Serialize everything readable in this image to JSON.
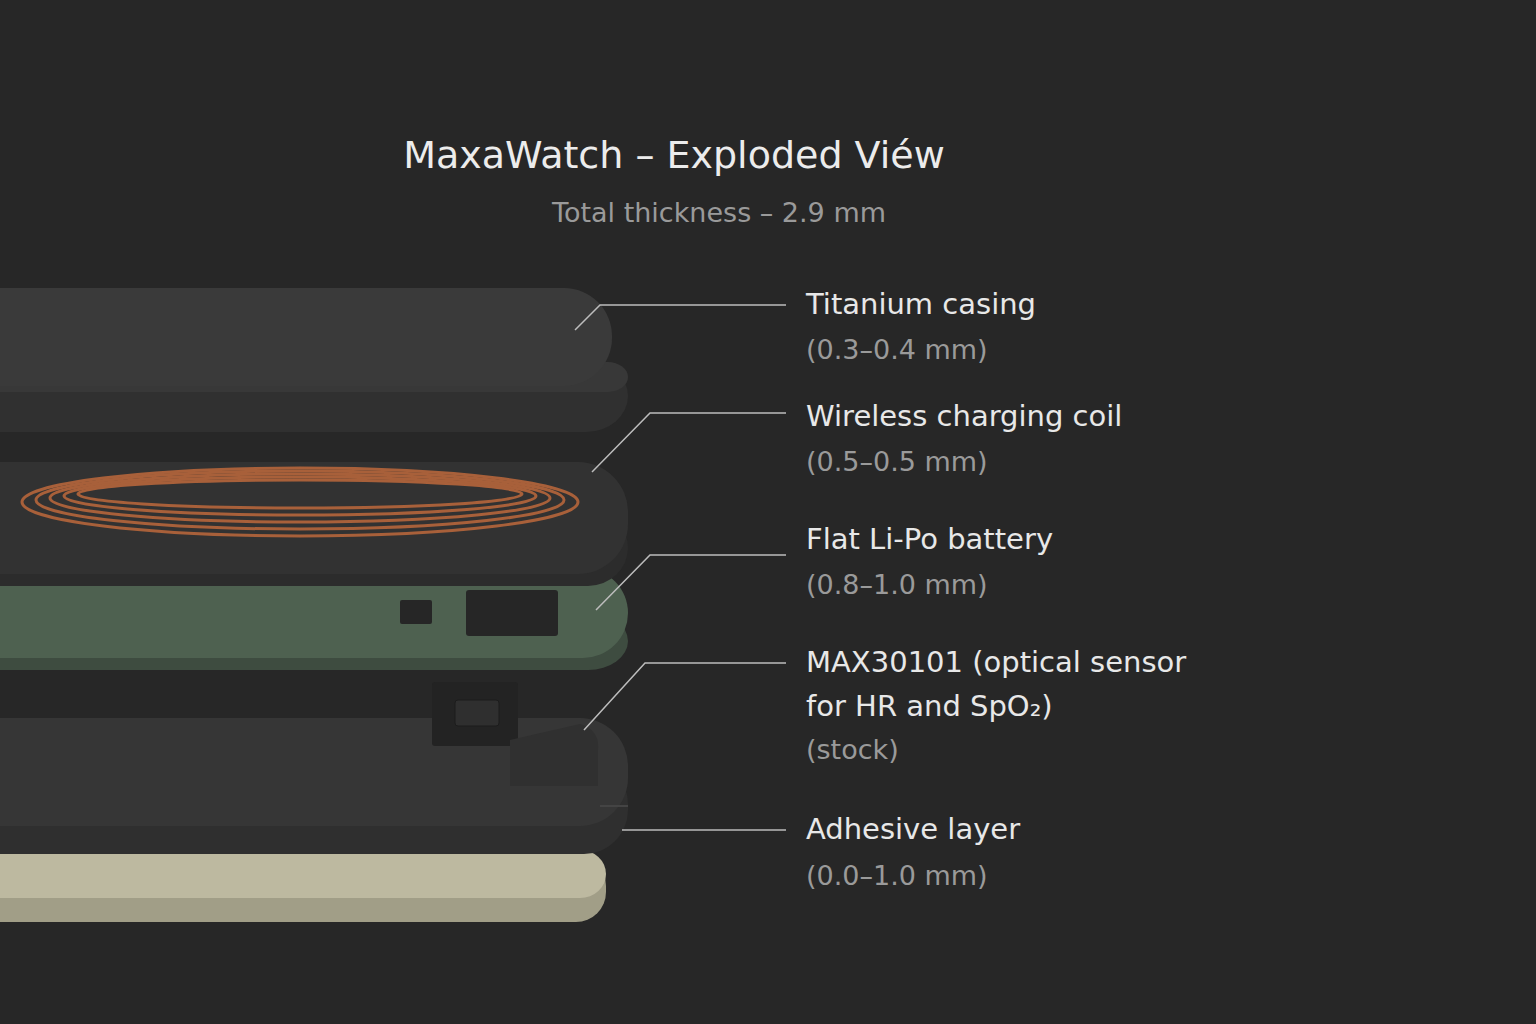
{
  "diagram": {
    "title": "MaxaWatch – Exploded Viéw",
    "labels": [
      "Total thickness – 2.9 mm",
      "Titanium casing",
      "(0.3–0.4 mm)",
      "Wireless charging coil",
      "(0.5–0.5 mm)",
      "Flat Li-Po battery",
      "(0.8–1.0 mm)",
      "MAX30101 (optical sensor for HR and SpO₂)",
      "(stock)",
      "Adhesive layer",
      "(0.0–1.0 mm)"
    ]
  }
}
